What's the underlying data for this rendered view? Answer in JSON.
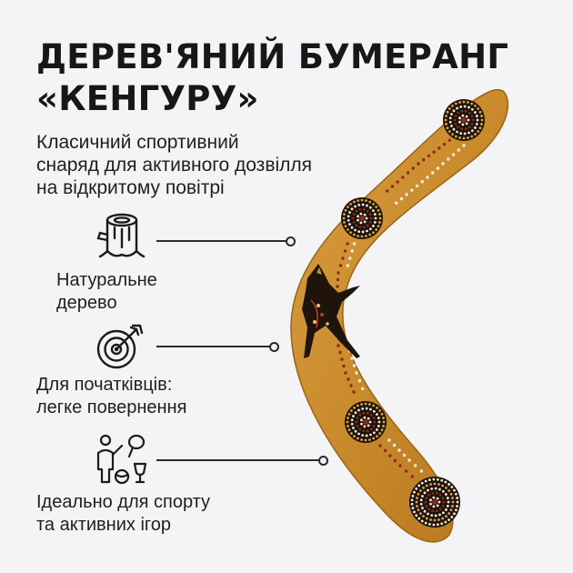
{
  "title": {
    "line1": "ДЕРЕВ'ЯНИЙ БУМЕРАНГ",
    "line2": "«КЕНГУРУ»"
  },
  "subtitle": {
    "line1": "Класичний спортивний",
    "line2": "снаряд для активного дозвілля",
    "line3": "на відкритому повітрі"
  },
  "features": [
    {
      "icon": "tree-stump-icon",
      "line1": "Натуральне",
      "line2": "дерево"
    },
    {
      "icon": "target-arrow-icon",
      "line1": "Для початківців:",
      "line2": "легке повернення"
    },
    {
      "icon": "sports-person-icon",
      "line1": "Ідеально для спорту",
      "line2": "та активних ігор"
    }
  ],
  "colors": {
    "wood": "#c98a2b",
    "wood_dark": "#a86b1c",
    "dot_red": "#8e2a1a",
    "dot_white": "#f3e9d6",
    "dot_black": "#1c140d"
  }
}
